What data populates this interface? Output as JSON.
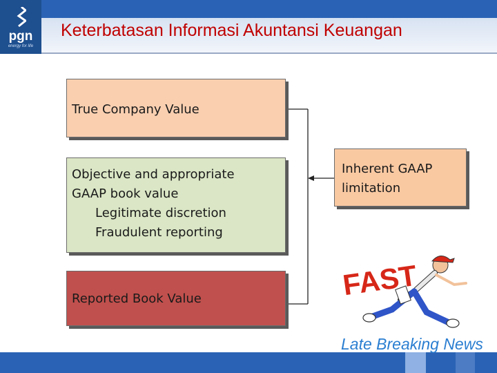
{
  "header": {
    "title": "Keterbatasan Informasi Akuntansi Keuangan"
  },
  "logo": {
    "text": "pgn",
    "tagline": "energy for life"
  },
  "boxes": {
    "true_value": "True Company Value",
    "gaap": {
      "line1": "Objective and appropriate",
      "line2": "GAAP book value",
      "line3": "Legitimate discretion",
      "line4": "Fraudulent reporting"
    },
    "reported": "Reported Book Value",
    "limitation": {
      "line1": "Inherent GAAP",
      "line2": "limitation"
    }
  },
  "clipart": {
    "fast": "FAST",
    "caption": "Late Breaking News"
  },
  "colors": {
    "title": "#c00000",
    "header_blue": "#2a63b5",
    "true_box": "#f9cfb0",
    "gaap_box": "#dae6c5",
    "reported_box": "#c0504d",
    "limitation_box": "#f9c9a2"
  }
}
